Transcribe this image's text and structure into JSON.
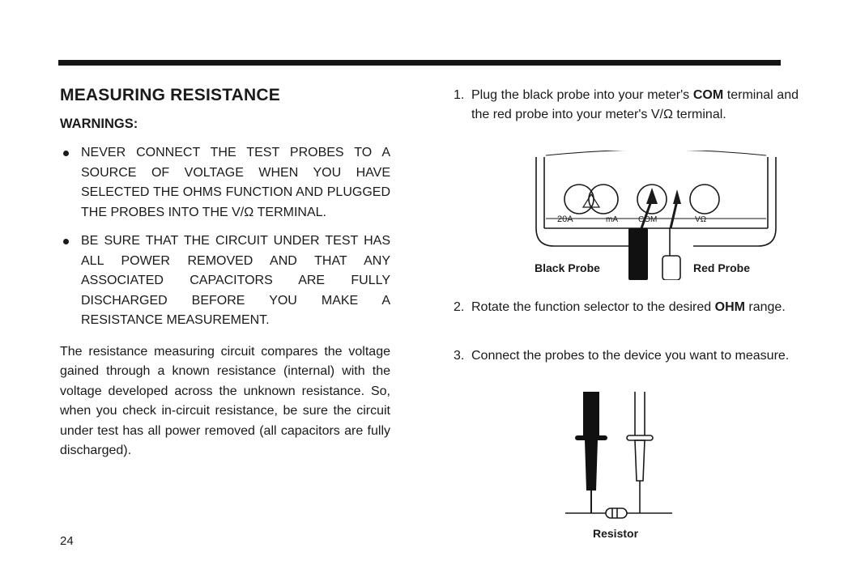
{
  "heading": "MEASURING RESISTANCE",
  "warnings_title": "WARNINGS:",
  "warnings": [
    "NEVER CONNECT THE TEST PROBES TO A SOURCE OF VOLTAGE WHEN YOU HAVE SELECTED THE OHMS FUNCTION AND PLUGGED THE PROBES INTO THE V/Ω TERMINAL.",
    "BE SURE THAT THE CIRCUIT UNDER TEST HAS ALL POWER REMOVED AND THAT ANY ASSOCIATED CAPACITORS ARE FULLY DISCHARGED BEFORE YOU MAKE A RESISTANCE MEASUREMENT."
  ],
  "body_paragraph": "The resistance measuring circuit compares the voltage gained through a known resistance (internal) with the voltage developed across the unknown resistance. So, when you check in-circuit resistance, be sure the circuit under test has all power removed (all capacitors are fully discharged).",
  "page_number": "24",
  "steps": {
    "s1": {
      "num": "1.",
      "a": "Plug the black probe into your meter's ",
      "b": "COM",
      "c": " terminal and the red probe into your meter's V/Ω terminal."
    },
    "s2": {
      "num": "2.",
      "a": "Rotate the function selector to the desired ",
      "b": "OHM",
      "c": " range."
    },
    "s3": {
      "num": "3.",
      "a": "Connect the probes to the device you want to measure.",
      "b": "",
      "c": ""
    }
  },
  "figure1": {
    "black_probe_label": "Black Probe",
    "red_probe_label": "Red Probe",
    "terminal_20a": "20A",
    "terminal_ma": "mA",
    "terminal_com": "COM",
    "terminal_vohm": "VΩ"
  },
  "figure2": {
    "resistor_label": "Resistor"
  }
}
